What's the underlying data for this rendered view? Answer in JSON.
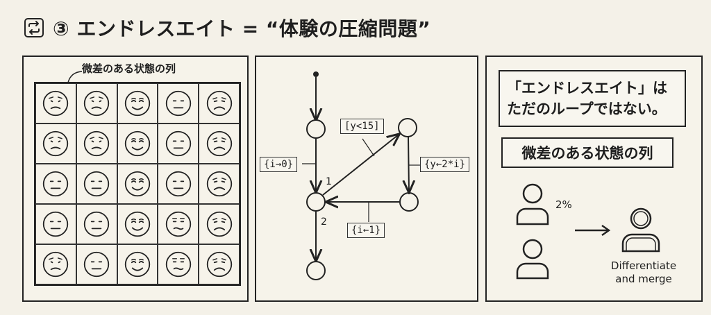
{
  "header": {
    "title": "③ エンドレスエイト = “体験の圧縮問題”",
    "icon": "repeat-icon"
  },
  "grid_panel": {
    "label": "微差のある状態の列",
    "rows": [
      [
        "worried",
        "worried",
        "happy",
        "neutral",
        "sad"
      ],
      [
        "worried",
        "worried",
        "happy",
        "neutral",
        "sad"
      ],
      [
        "neutral",
        "neutral",
        "happy",
        "neutral",
        "sad"
      ],
      [
        "neutral",
        "neutral",
        "happy",
        "uneasy",
        "sad"
      ],
      [
        "worried",
        "neutral",
        "happy",
        "uneasy",
        "sad"
      ]
    ]
  },
  "flow_panel": {
    "edges": {
      "init": "{i→0}",
      "cond": "[y<15]",
      "update_y": "{y←2*i}",
      "update_i": "{i←1}",
      "branch_1": "1",
      "branch_2": "2"
    }
  },
  "concept_panel": {
    "callout_line1": "「エンドレスエイト」は",
    "callout_line2": "ただのループではない。",
    "subheading": "微差のある状態の列",
    "percent": "2%",
    "result_line1": "Differentiate",
    "result_line2": "and merge"
  }
}
